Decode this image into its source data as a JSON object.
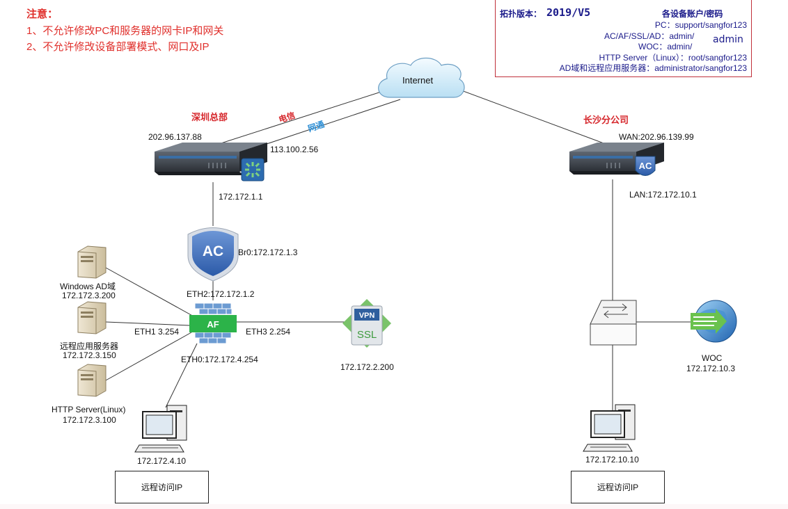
{
  "notice": {
    "title": "注意：",
    "line1": "1、不允许修改PC和服务器的网卡IP和网关",
    "line2": "2、不允许修改设备部署模式、网口及IP"
  },
  "info": {
    "version_label": "拓扑版本：",
    "version_value": "2019/V5",
    "accounts_title": "各设备账户/密码",
    "pc": "PC：support/sangfor123",
    "ac_af_ssl_ad": "AC/AF/SSL/AD：admin/",
    "admin_overlay": "admin",
    "woc": "WOC：admin/",
    "http_server": "HTTP Server（Linux）：root/sangfor123",
    "ad_remote": "AD域和远程应用服务器：administrator/sangfor123"
  },
  "internet": {
    "label": "Internet"
  },
  "links": {
    "telecom": "电信",
    "unicom": "网通"
  },
  "hq": {
    "title": "深圳总部",
    "ip_telecom": "202.96.137.88",
    "ip_unicom": "113.100.2.56",
    "router_lan": "172.172.1.1",
    "ac_br0": "Br0:172.172.1.3",
    "ac_label": "AC",
    "af_eth2": "ETH2:172.172.1.2",
    "af_label": "AF",
    "af_eth1": "ETH1 3.254",
    "af_eth3": "ETH3 2.254",
    "af_eth0": "ETH0:172.172.4.254",
    "vpn_label": "VPN",
    "ssl_label": "SSL",
    "ssl_ip": "172.172.2.200",
    "ad_name": "Windows AD域",
    "ad_ip": "172.172.3.200",
    "app_name": "远程应用服务器",
    "app_ip": "172.172.3.150",
    "http_name": "HTTP Server(Linux)",
    "http_ip": "172.172.3.100",
    "pc_ip": "172.172.4.10",
    "pc_box": "远程访问IP"
  },
  "branch": {
    "title": "长沙分公司",
    "wan": "WAN:202.96.139.99",
    "ac_label": "AC",
    "lan": "LAN:172.172.10.1",
    "woc_name": "WOC",
    "woc_ip": "172.172.10.3",
    "pc_ip": "172.172.10.10",
    "pc_box": "远程访问IP"
  }
}
